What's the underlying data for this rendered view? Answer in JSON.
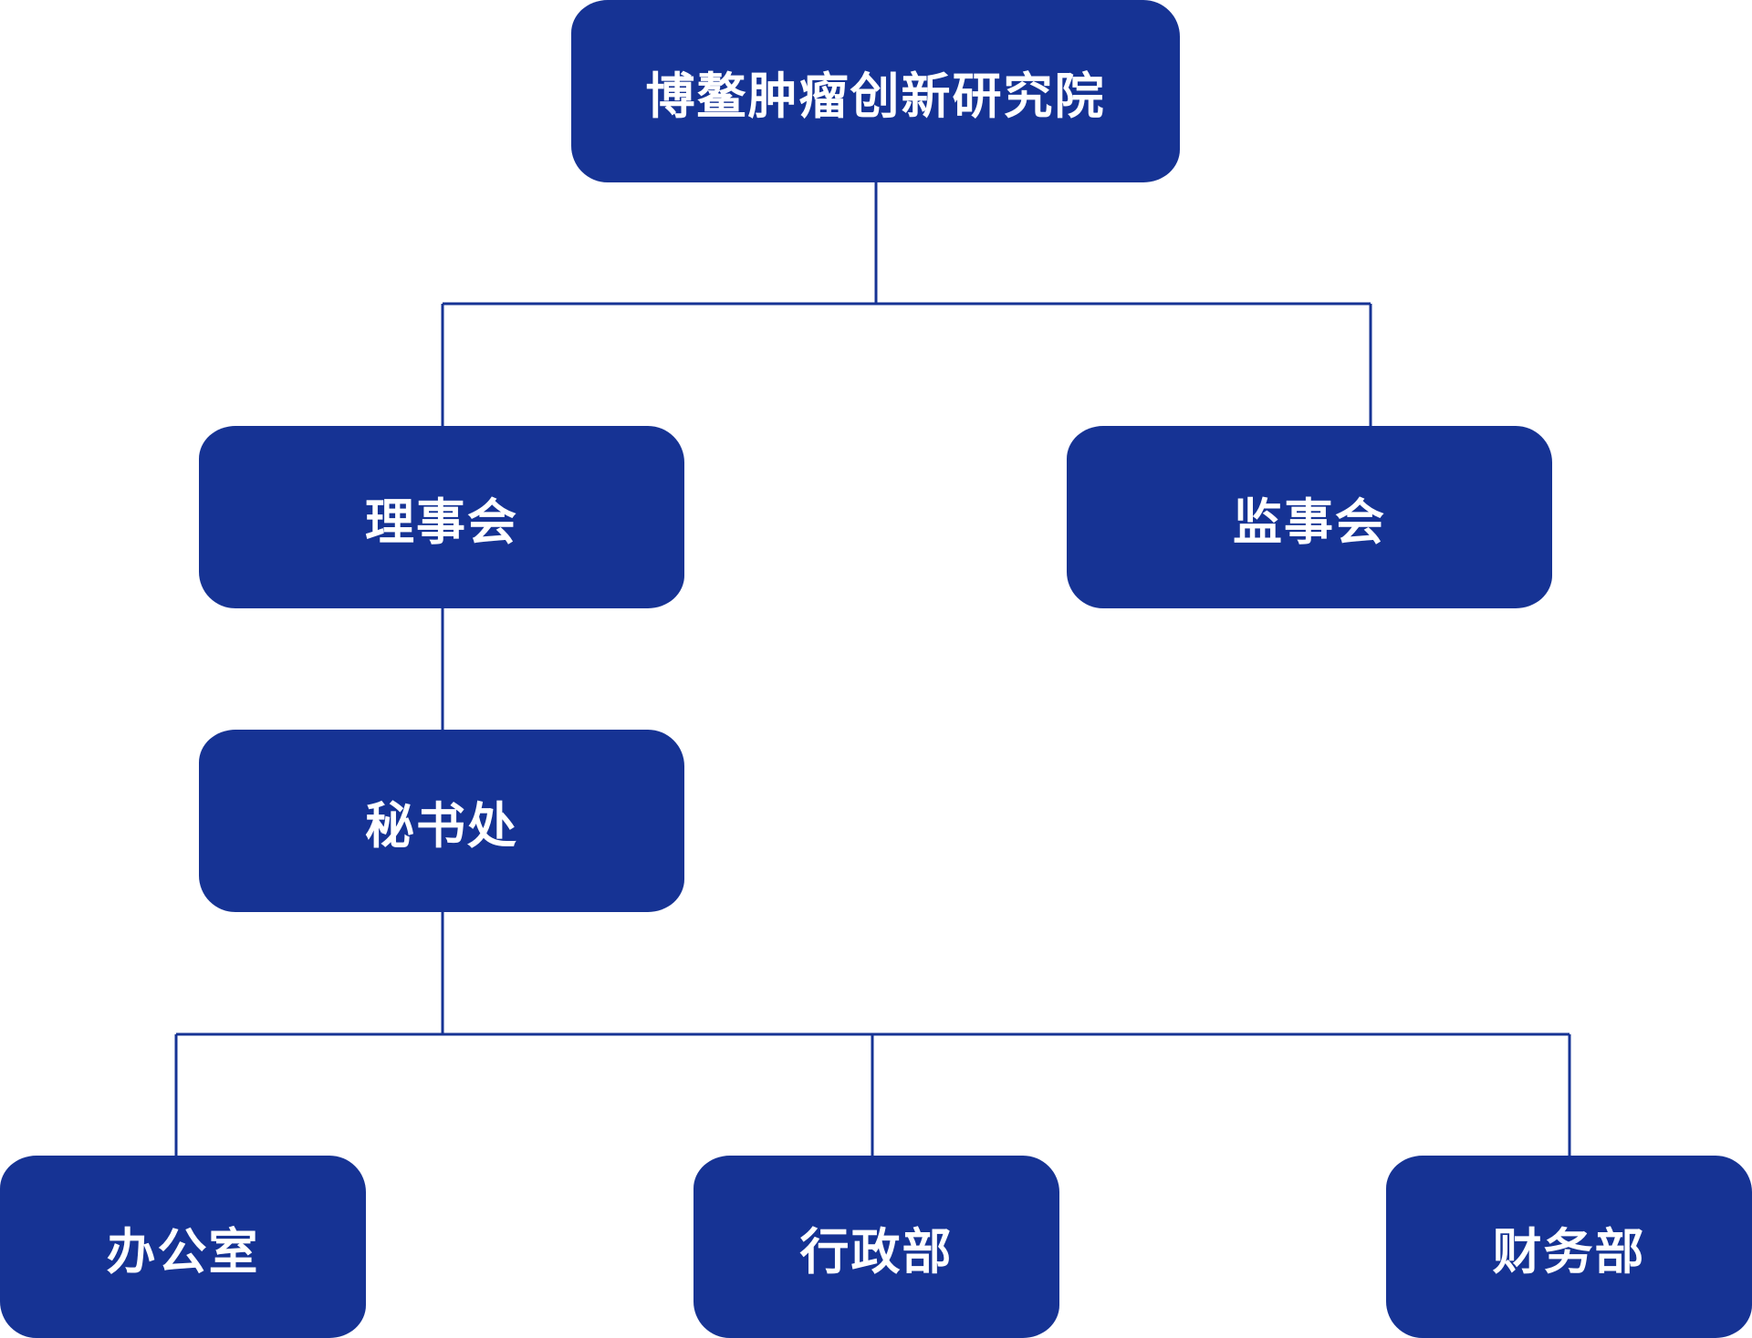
{
  "org": {
    "root": "博鳌肿瘤创新研究院",
    "board": "理事会",
    "supervisory": "监事会",
    "secretariat": "秘书处",
    "office": "办公室",
    "admin": "行政部",
    "finance": "财务部"
  },
  "colors": {
    "node_fill": "#163394",
    "node_text": "#ffffff",
    "connector": "#163394"
  }
}
